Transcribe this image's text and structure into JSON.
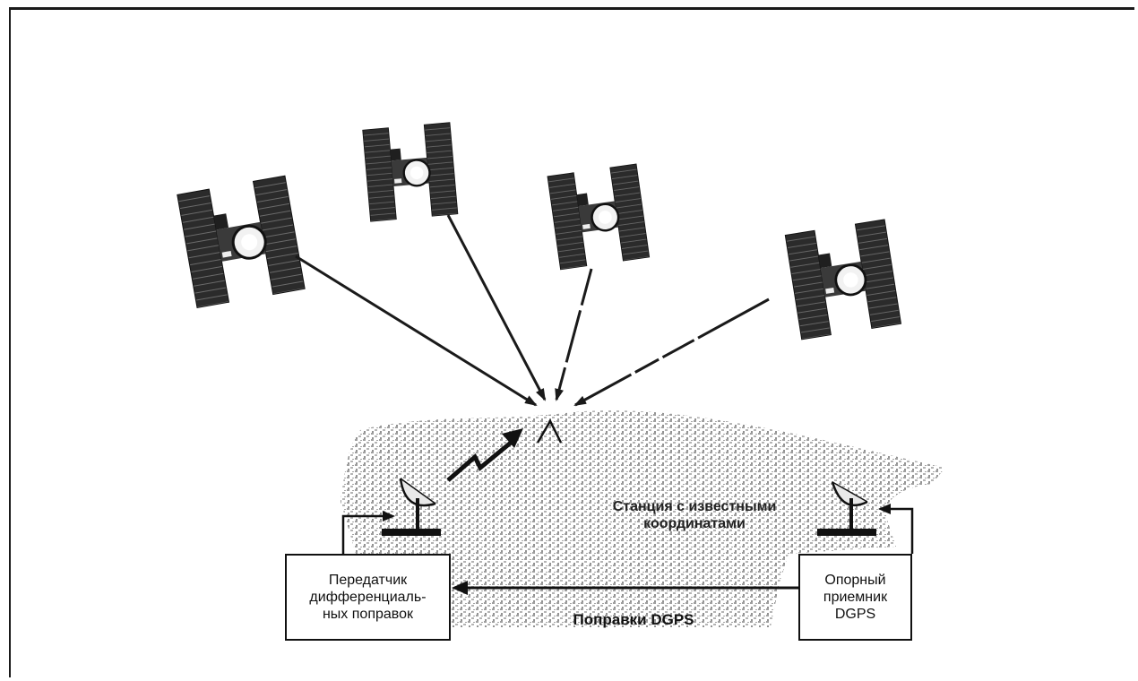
{
  "diagram": {
    "station_label": "Станция с известными\nкоординатами",
    "transmitter_box": "Передатчик\nдифференциаль-\nных поправок",
    "receiver_box": "Опорный\nприемник\nDGPS",
    "corrections_label": "Поправки DGPS"
  },
  "colors": {
    "line": "#1a1a1a",
    "satellite_panel": "#2b2b2b",
    "terrain": "#a8a8a8"
  },
  "icons": [
    "satellite-icon",
    "dish-antenna-icon",
    "lightning-signal-icon"
  ]
}
